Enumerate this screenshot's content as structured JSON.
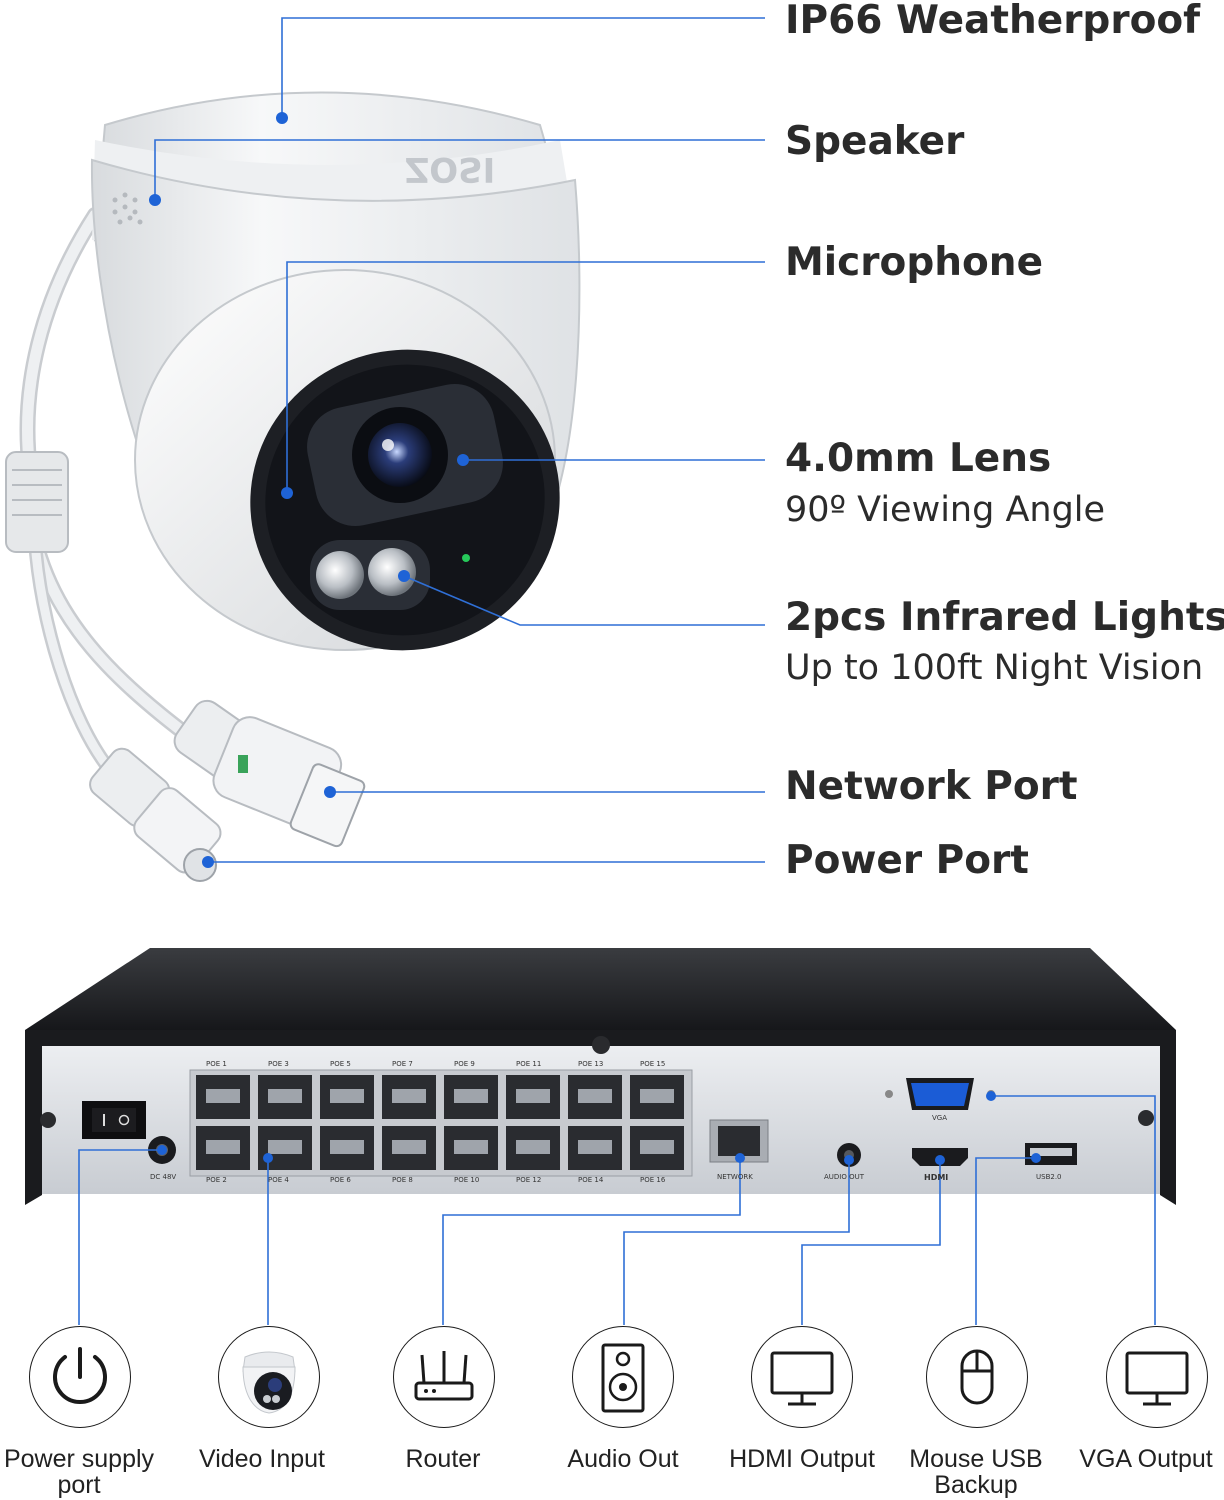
{
  "colors": {
    "callout_line": "#2f6fd6",
    "callout_dot": "#1e63d6",
    "title_text": "#2b2b2b",
    "nvr_body": "#1c1c1c",
    "nvr_panel": "#dcdfe3"
  },
  "camera": {
    "brand": "ZOSI",
    "labels": [
      {
        "title": "IP66 Weatherproof",
        "sub": ""
      },
      {
        "title": "Speaker",
        "sub": ""
      },
      {
        "title": "Microphone",
        "sub": ""
      },
      {
        "title": "4.0mm Lens",
        "sub": "90º Viewing Angle"
      },
      {
        "title": "2pcs Infrared Lights",
        "sub": "Up to 100ft Night Vision"
      },
      {
        "title": "Network Port",
        "sub": ""
      },
      {
        "title": "Power Port",
        "sub": ""
      }
    ]
  },
  "nvr": {
    "poe_top": [
      "POE 1",
      "POE 3",
      "POE 5",
      "POE 7",
      "POE 9",
      "POE 11",
      "POE 13",
      "POE 15"
    ],
    "poe_bottom": [
      "POE 2",
      "POE 4",
      "POE 6",
      "POE 8",
      "POE 10",
      "POE 12",
      "POE 14",
      "POE 16"
    ],
    "dc": "DC 48V",
    "network": "NETWORK",
    "audio_out": "AUDIO OUT",
    "hdmi": "HDMI",
    "usb": "USB2.0",
    "vga": "VGA"
  },
  "connections": [
    {
      "label": "Power supply port",
      "icon": "power-icon"
    },
    {
      "label": "Video Input",
      "icon": "dome-camera-icon"
    },
    {
      "label": "Router",
      "icon": "router-icon"
    },
    {
      "label": "Audio Out",
      "icon": "speaker-icon"
    },
    {
      "label": "HDMI Output",
      "icon": "monitor-icon"
    },
    {
      "label": "Mouse USB Backup",
      "icon": "mouse-icon"
    },
    {
      "label": "VGA Output",
      "icon": "monitor-icon"
    }
  ]
}
